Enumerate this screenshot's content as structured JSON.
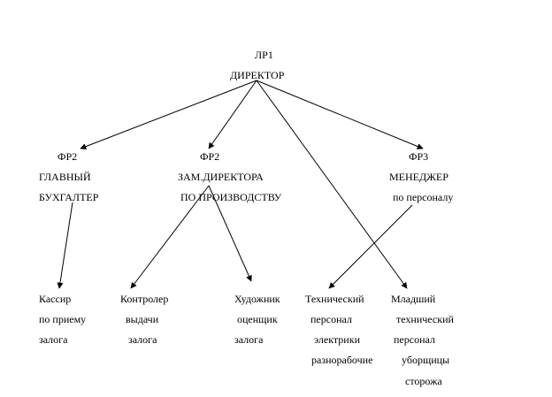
{
  "director": {
    "code": "ЛР1",
    "title": "ДИРЕКТОР"
  },
  "chief_accountant": {
    "code": "ФР2",
    "line1": "ГЛАВНЫЙ",
    "line2": "БУХГАЛТЕР"
  },
  "deputy_director": {
    "code": "ФР2",
    "line1": "ЗАМ.ДИРЕКТОРА",
    "line2": "ПО ПРОИЗВОДСТВУ"
  },
  "manager": {
    "code": "ФР3",
    "line1": "МЕНЕДЖЕР",
    "line2": "по персоналу"
  },
  "cashier": {
    "line1": "Кассир",
    "line2": "по приему",
    "line3": "залога"
  },
  "controller": {
    "line1": "Контролер",
    "line2": "выдачи",
    "line3": "залога"
  },
  "artist": {
    "line1": "Художник",
    "line2": "оценщик",
    "line3": "залога"
  },
  "tech_staff": {
    "line1": "Технический",
    "line2": "персонал",
    "line3": "электрики",
    "line4": "разнорабочие"
  },
  "junior_staff": {
    "line1": "Младший",
    "line2": "технический",
    "line3": "персонал",
    "line4": "уборщицы",
    "line5": "сторожа"
  }
}
